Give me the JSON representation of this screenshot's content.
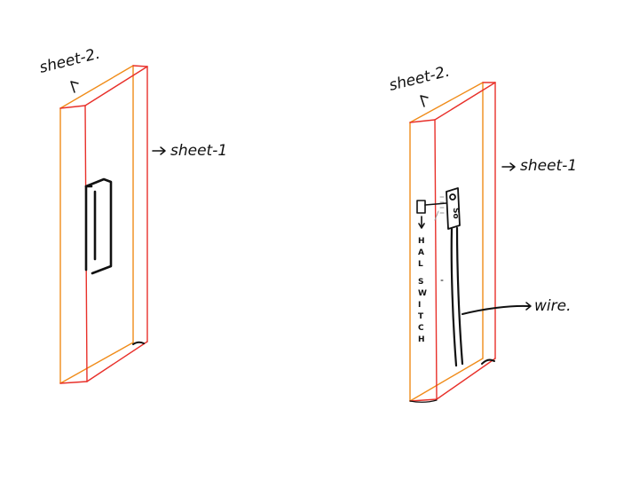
{
  "labels": {
    "left_sheet2": "sheet-2.",
    "left_sheet1": "sheet-1",
    "right_sheet2": "sheet-2.",
    "right_sheet1": "sheet-1",
    "wire": "wire.",
    "switch_vertical": "HAL SWITCH",
    "sensor_marks": "So"
  },
  "colors": {
    "sheet_front": "#f08c1a",
    "sheet_back": "#e8302a",
    "ink": "#111111",
    "grey": "#9a9a9a"
  }
}
